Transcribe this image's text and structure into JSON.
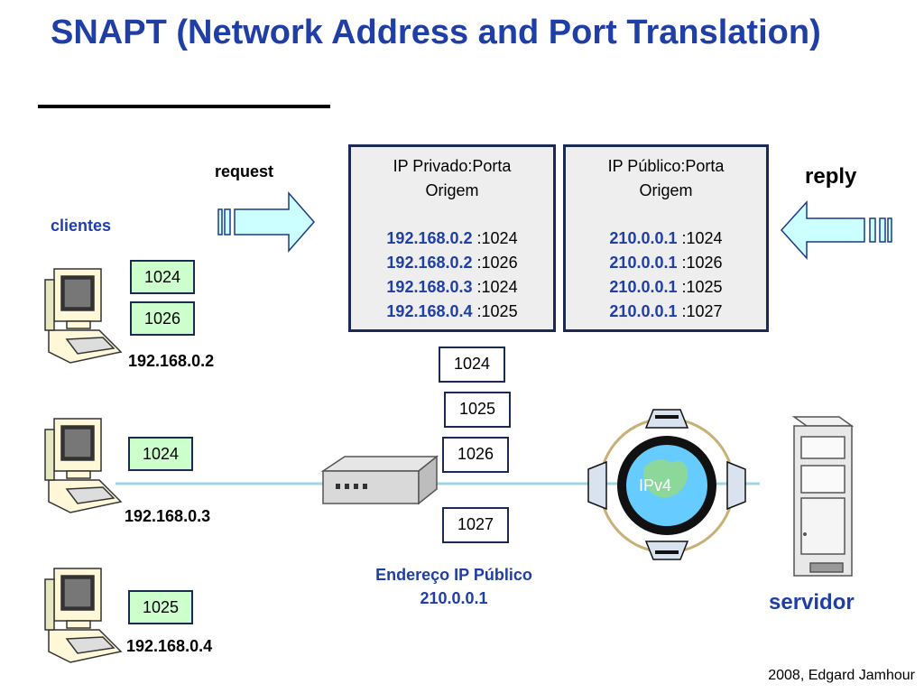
{
  "title": "SNAPT (Network Address and Port Translation)",
  "request_label": "request",
  "reply_label": "reply",
  "clientes_label": "clientes",
  "table_private": {
    "header_line1": "IP Privado:Porta",
    "header_line2": "Origem",
    "rows": [
      {
        "ip": "192.168.0.2",
        "port": ":1024"
      },
      {
        "ip": "192.168.0.2",
        "port": ":1026"
      },
      {
        "ip": "192.168.0.3",
        "port": ":1024"
      },
      {
        "ip": "192.168.0.4",
        "port": ":1025"
      }
    ]
  },
  "table_public": {
    "header_line1": "IP Público:Porta",
    "header_line2": "Origem",
    "rows": [
      {
        "ip": "210.0.0.1",
        "port": ":1024"
      },
      {
        "ip": "210.0.0.1",
        "port": ":1026"
      },
      {
        "ip": "210.0.0.1",
        "port": ":1025"
      },
      {
        "ip": "210.0.0.1",
        "port": ":1027"
      }
    ]
  },
  "clients": [
    {
      "ip": "192.168.0.2",
      "ports": [
        "1024",
        "1026"
      ]
    },
    {
      "ip": "192.168.0.3",
      "ports": [
        "1024"
      ]
    },
    {
      "ip": "192.168.0.4",
      "ports": [
        "1025"
      ]
    }
  ],
  "public_ports": [
    "1024",
    "1025",
    "1026",
    "1027"
  ],
  "public_addr_line1": "Endereço IP Público",
  "public_addr_line2": "210.0.0.1",
  "internet_label": "IPv4",
  "server_label": "servidor",
  "footer": "2008, Edgard Jamhour",
  "colors": {
    "accent_blue": "#1f3ea6",
    "port_green": "#ccffcc",
    "arrow_fill": "#ccffff"
  }
}
